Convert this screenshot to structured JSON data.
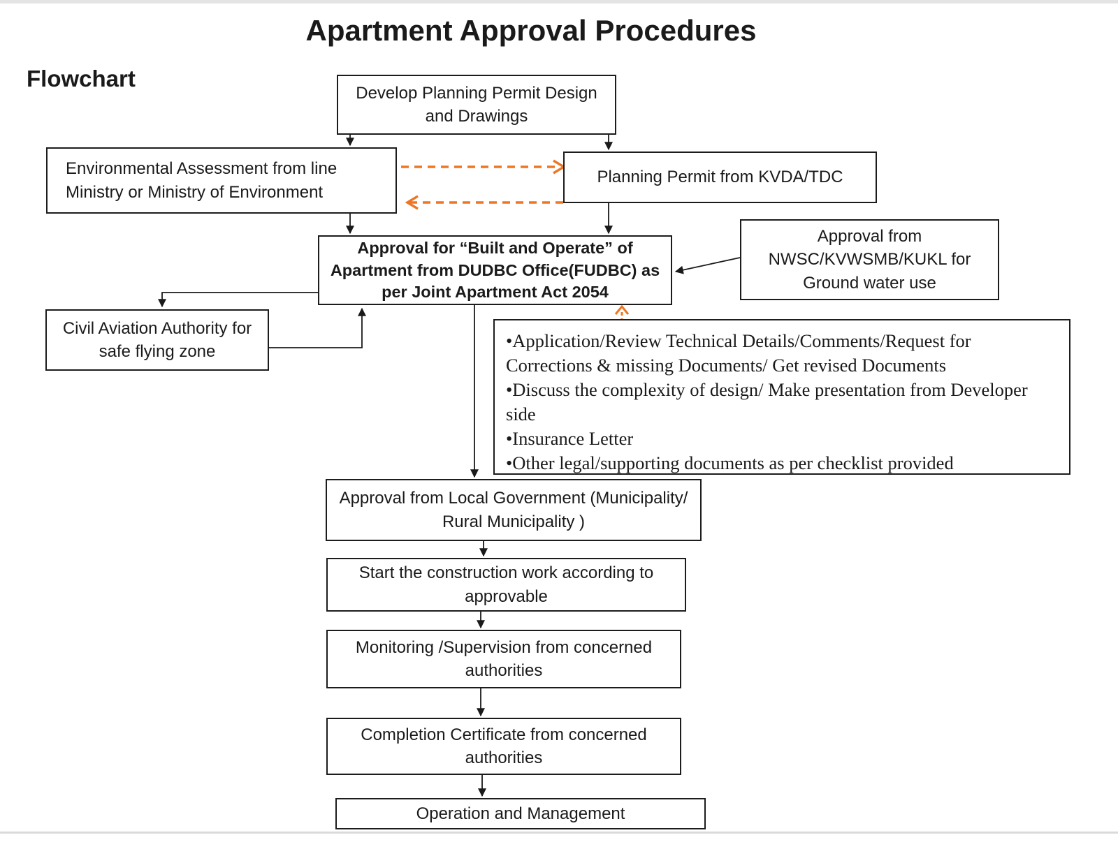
{
  "page": {
    "title": "Apartment Approval Procedures",
    "section_label": "Flowchart"
  },
  "colors": {
    "line_black": "#1a1a1a",
    "accent_orange": "#ee7623",
    "top_strip_gray": "#e4e4e4",
    "bottom_line_gray": "#dadada"
  },
  "flowchart": {
    "nodes": {
      "develop": "Develop Planning Permit Design and Drawings",
      "environment": "Environmental Assessment from line Ministry or Ministry of Environment",
      "planning_permit": "Planning Permit from KVDA/TDC",
      "dudbc_approval": "Approval for “Built and Operate” of Apartment from DUDBC Office(FUDBC) as per Joint Apartment Act 2054",
      "water_approval": "Approval from NWSC/KVWSMB/KUKL for Ground water use",
      "civil_aviation": "Civil Aviation Authority for safe flying zone",
      "local_government": "Approval from Local Government (Municipality/ Rural Municipality )",
      "construction": "Start the construction work according to approvable",
      "monitoring": "Monitoring /Supervision from concerned authorities",
      "completion": "Completion Certificate from concerned authorities",
      "operation": "Operation and  Management"
    },
    "checklist_items": [
      "•Application/Review Technical Details/Comments/Request for Corrections & missing Documents/ Get revised Documents",
      "•Discuss the complexity of design/ Make presentation from Developer side",
      "•Insurance Letter",
      "•Other legal/supporting documents as per checklist provided"
    ]
  }
}
